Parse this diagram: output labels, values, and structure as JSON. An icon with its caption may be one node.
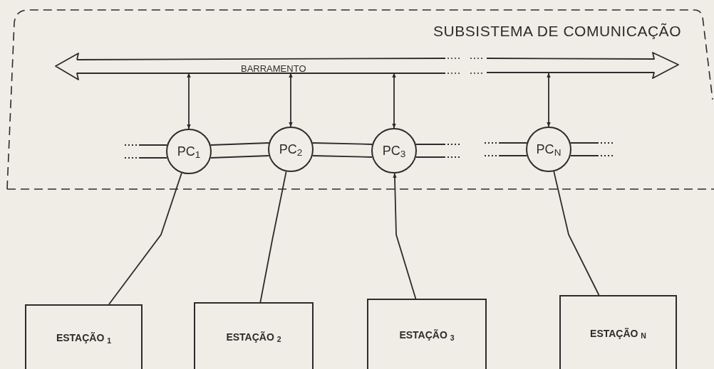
{
  "diagram": {
    "nodes": [
      {
        "text": [
          "SUBSISTEMA DE COMUNICAÇÃO"
        ]
      },
      {
        "text": [
          "BARRAMENTO"
        ],
        "in": 0
      },
      {
        "text": [
          "PC$_{1}$"
        ],
        "in": 0
      },
      {
        "text": [
          "PC$_{2}$"
        ],
        "in": 0
      },
      {
        "text": [
          "PC$_{3}$"
        ],
        "in": 0
      },
      {
        "text": [
          "PC$_{N}$"
        ],
        "in": 0
      },
      {
        "text": [
          "ESTAÇÃO $_{1}$"
        ]
      },
      {
        "text": [
          "ESTAÇÃO $_{2}$"
        ]
      },
      {
        "text": [
          "ESTAÇÃO $_{3}$"
        ]
      },
      {
        "text": [
          "ESTAÇÃO $_{N}$"
        ]
      }
    ],
    "edges": [
      {
        "from": 1,
        "to": 2,
        "arrow": "both"
      },
      {
        "from": 1,
        "to": 3,
        "arrow": "both"
      },
      {
        "from": 1,
        "to": 4,
        "arrow": "both"
      },
      {
        "from": 1,
        "to": 5,
        "arrow": "both"
      },
      {
        "from": 2,
        "to": 3,
        "arrow": "none"
      },
      {
        "from": 3,
        "to": 4,
        "arrow": "none"
      },
      {
        "from": null,
        "to": 2,
        "arrow": "none",
        "style": "dashed"
      },
      {
        "from": 4,
        "to": null,
        "arrow": "none",
        "style": "dashed"
      },
      {
        "from": null,
        "to": 5,
        "arrow": "none",
        "style": "dashed"
      },
      {
        "from": 5,
        "to": null,
        "arrow": "none",
        "style": "dashed"
      },
      {
        "from": 2,
        "to": 6,
        "arrow": "none"
      },
      {
        "from": 3,
        "to": 7,
        "arrow": "none"
      },
      {
        "from": 8,
        "to": 4,
        "arrow": "to"
      },
      {
        "from": 5,
        "to": 9,
        "arrow": "none"
      }
    ]
  }
}
